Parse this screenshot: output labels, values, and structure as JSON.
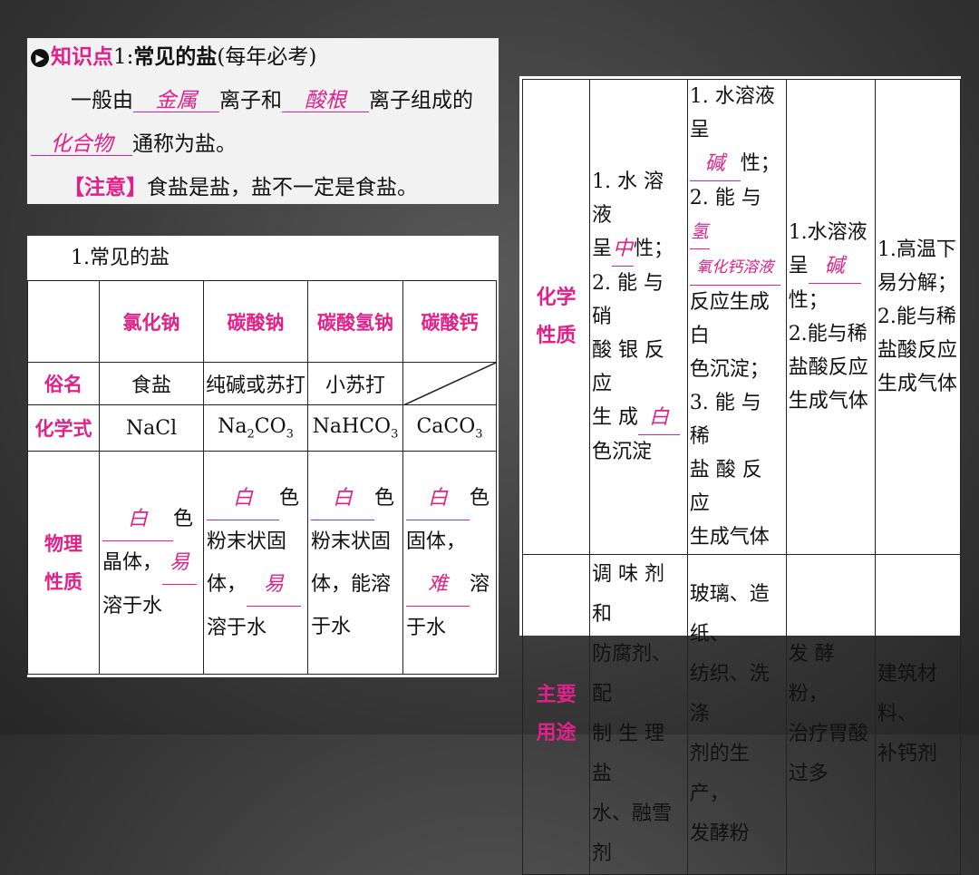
{
  "knowledge_point": {
    "label": "知识点",
    "number": "1",
    "title": "常见的盐",
    "subtitle": "(每年必考)",
    "line1_a": "一般由",
    "blank_metal": "金属",
    "line1_b": "离子和",
    "blank_acid_radical": "酸根",
    "line1_c": "离子组成的",
    "blank_compound": "化合物",
    "line2_b": "通称为盐。",
    "note_label": "【注意】",
    "note_text": "食盐是盐，盐不一定是食盐。"
  },
  "left_table": {
    "caption": "1.常见的盐",
    "headers": [
      "氯化钠",
      "碳酸钠",
      "碳酸氢钠",
      "碳酸钙"
    ],
    "row_common_name": {
      "label": "俗名",
      "values": [
        "食盐",
        "纯碱或苏打",
        "小苏打"
      ]
    },
    "row_formula": {
      "label": "化学式"
    },
    "row_physical": {
      "label_1": "物理",
      "label_2": "性质",
      "nacl": {
        "blank1": "白",
        "t1": "色",
        "t2": "晶体，",
        "blank2": "易",
        "t3": "溶于水"
      },
      "na2co3": {
        "blank1": "白",
        "t1": "色",
        "t2": "粉末状固",
        "t3": "体，",
        "blank2": "易",
        "t4": "溶于水"
      },
      "nahco3": {
        "blank1": "白",
        "t1": "色",
        "t2": "粉末状固",
        "t3": "体，能溶",
        "t4": "于水"
      },
      "caco3": {
        "blank1": "白",
        "t1": "色",
        "t2": "固体，",
        "blank2": "难",
        "t3": "溶",
        "t4": "于水"
      }
    }
  },
  "right_table": {
    "row_chem": {
      "label_1": "化学",
      "label_2": "性质",
      "nacl": {
        "l1": "1. 水 溶 液",
        "l2a": "呈",
        "blank1": "中",
        "l2b": "性；",
        "l3": "2. 能 与 硝",
        "l4": "酸 银 反 应",
        "l5a": "生 成",
        "blank2": "白",
        "l6": "色沉淀"
      },
      "na2co3": {
        "l1": "1. 水溶液呈",
        "blank1": "碱",
        "l2b": "性；",
        "l3a": "2. 能 与",
        "blank2a": "氢",
        "blank2b": "氧化钙溶液",
        "l5": "反应生成白",
        "l6": "色沉淀；",
        "l7": "3. 能 与 稀",
        "l8": "盐 酸 反 应",
        "l9": "生成气体"
      },
      "nahco3": {
        "l1": "1.水溶液",
        "l2a": "呈",
        "blank1": "碱",
        "l3": "性；",
        "l4": "2.能与稀",
        "l5": "盐酸反应",
        "l6": "生成气体"
      },
      "caco3": {
        "l1": "1.高温下",
        "l2": "易分解；",
        "l3": "2.能与稀",
        "l4": "盐酸反应",
        "l5": "生成气体"
      }
    },
    "row_use": {
      "label_1": "主要",
      "label_2": "用途",
      "nacl": [
        "调 味 剂 和",
        "防腐剂、配",
        "制 生 理 盐",
        "水、融雪剂"
      ],
      "na2co3": [
        "玻璃、造纸、",
        "纺织、洗涤",
        "剂的生产，",
        "发酵粉"
      ],
      "nahco3": [
        "发 酵 粉，",
        "治疗胃酸",
        "过多"
      ],
      "caco3": [
        "建筑材料、",
        "补钙剂"
      ]
    }
  },
  "colors": {
    "accent": "#e0218a",
    "background": "#3c3c3c",
    "panel": "#ffffff"
  }
}
